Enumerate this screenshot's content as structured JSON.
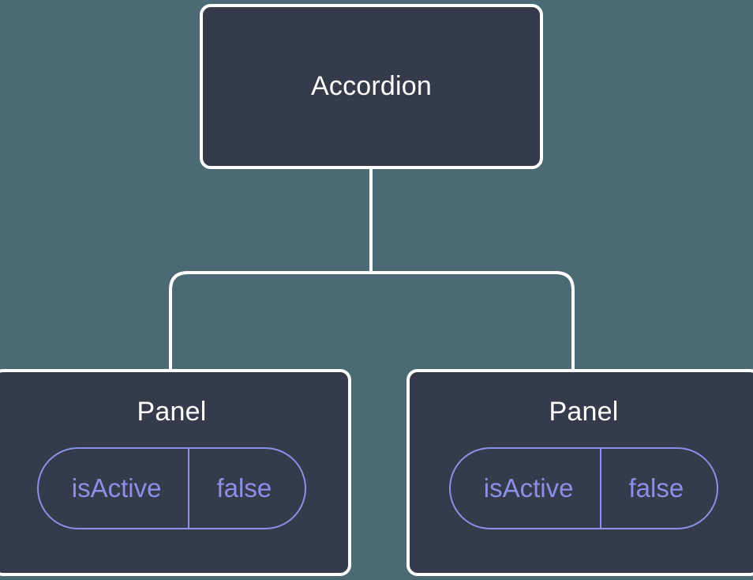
{
  "diagram": {
    "type": "component-tree",
    "background_color": "#4c6a73",
    "node_fill_color": "#353b4a",
    "node_border_color": "#ffffff",
    "edge_color": "#ffffff",
    "accent_color": "#8b8fe8",
    "root": {
      "label": "Accordion"
    },
    "children": [
      {
        "label": "Panel",
        "prop": {
          "key": "isActive",
          "value": "false"
        }
      },
      {
        "label": "Panel",
        "prop": {
          "key": "isActive",
          "value": "false"
        }
      }
    ]
  }
}
